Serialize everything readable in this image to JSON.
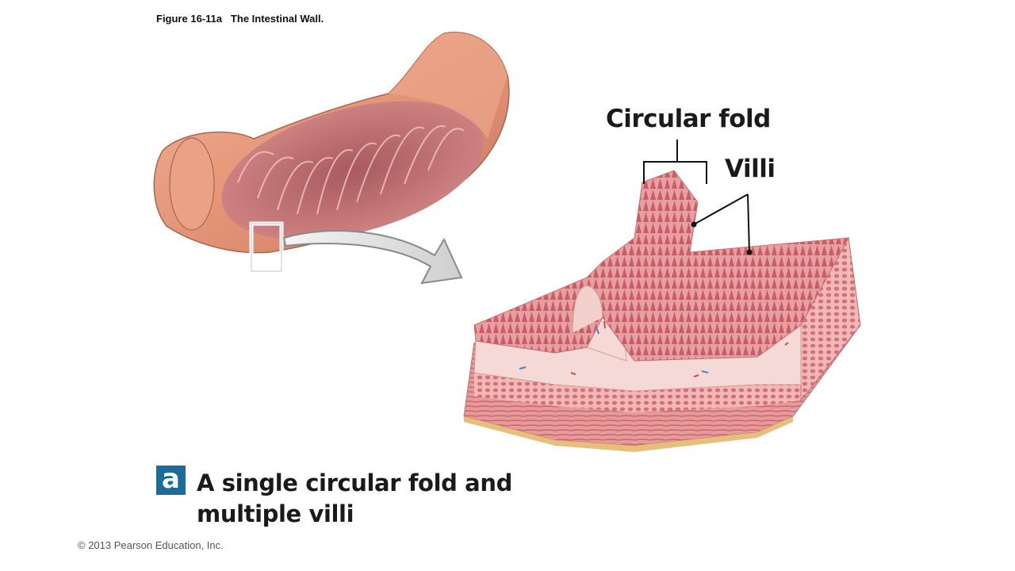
{
  "figure": {
    "title": "Figure 16-11a   The Intestinal Wall."
  },
  "labels": {
    "circular_fold": "Circular fold",
    "villi": "Villi"
  },
  "panel": {
    "badge": "a",
    "caption_line1": "A single circular fold and",
    "caption_line2": "multiple villi"
  },
  "copyright": "© 2013 Pearson Education, Inc.",
  "colors": {
    "tube_outer": "#e8a084",
    "tube_inner": "#c97373",
    "tissue_pink": "#e79595",
    "villi": "#d86f78",
    "badge": "#1d6b9b"
  }
}
